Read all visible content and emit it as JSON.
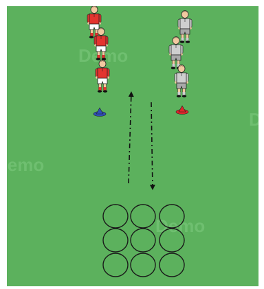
{
  "diagram": {
    "field_color": "#5cb15d",
    "watermark": {
      "text": "Demo",
      "color": "#6fbf70"
    },
    "teams": [
      {
        "name": "red-team",
        "shirt": "#e3342f",
        "shorts": "#ffffff",
        "cone_color": "#2f4fb8",
        "players": 3
      },
      {
        "name": "grey-team",
        "shirt": "#cfcfcf",
        "shorts": "#a9a9a9",
        "cone_color": "#e0262b",
        "players": 3
      }
    ],
    "arrows": [
      {
        "direction": "up",
        "style": "dash-dot"
      },
      {
        "direction": "down",
        "style": "dash-dot"
      }
    ],
    "hoops": {
      "rows": 3,
      "cols": 3,
      "color": "#1a1a1a"
    }
  }
}
